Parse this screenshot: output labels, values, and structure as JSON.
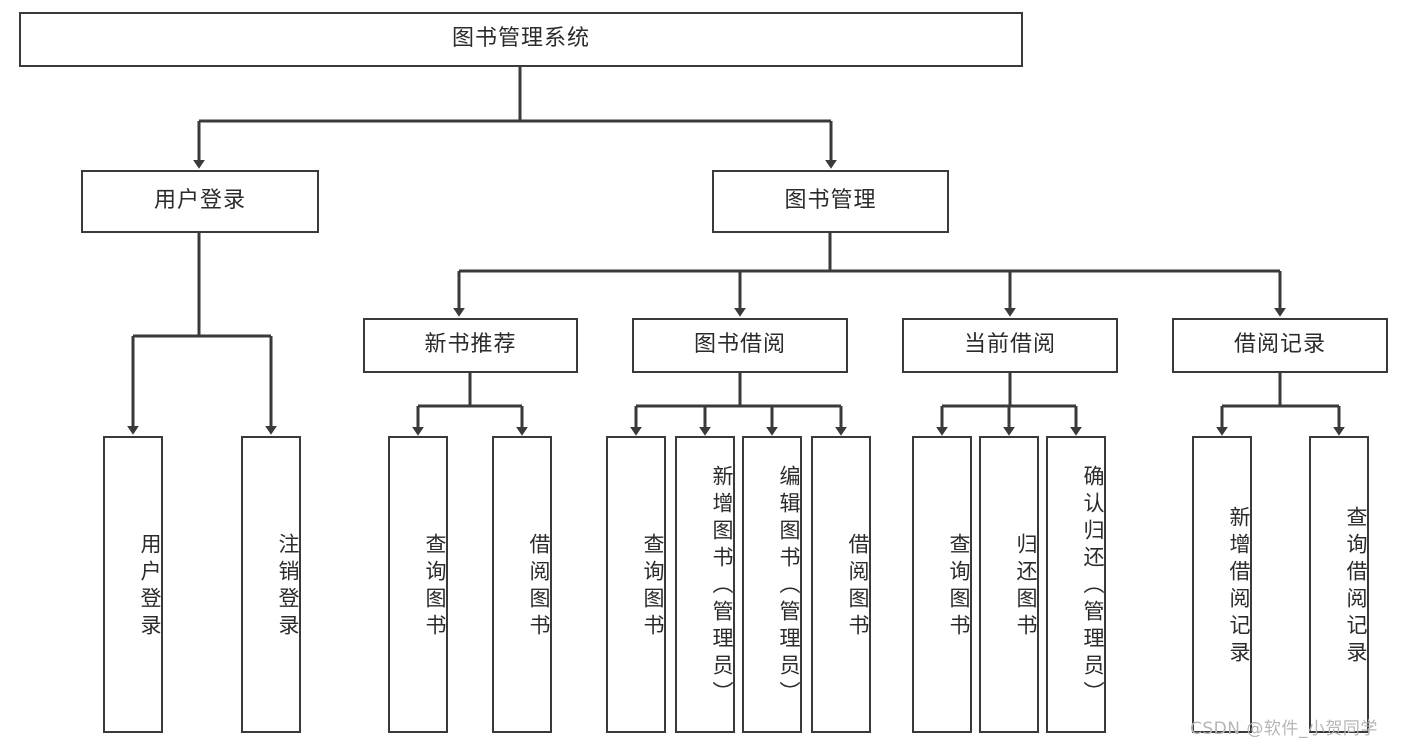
{
  "diagram": {
    "type": "tree-hierarchy",
    "title": "图书管理系统",
    "root": {
      "id": "root",
      "label": "图书管理系统"
    },
    "level1": [
      {
        "id": "user-login",
        "label": "用户登录"
      },
      {
        "id": "book-management",
        "label": "图书管理"
      }
    ],
    "level2": [
      {
        "id": "new-book-recommend",
        "label": "新书推荐",
        "parent": "book-management"
      },
      {
        "id": "book-borrow",
        "label": "图书借阅",
        "parent": "book-management"
      },
      {
        "id": "current-borrow",
        "label": "当前借阅",
        "parent": "book-management"
      },
      {
        "id": "borrow-record",
        "label": "借阅记录",
        "parent": "book-management"
      }
    ],
    "leaves": [
      {
        "id": "leaf-user-login",
        "label": "用户登录",
        "parent": "user-login"
      },
      {
        "id": "leaf-user-logout",
        "label": "注销登录",
        "parent": "user-login"
      },
      {
        "id": "leaf-query-book-1",
        "label": "查询图书",
        "parent": "new-book-recommend"
      },
      {
        "id": "leaf-borrow-book-1",
        "label": "借阅图书",
        "parent": "new-book-recommend"
      },
      {
        "id": "leaf-query-book-2",
        "label": "查询图书",
        "parent": "book-borrow"
      },
      {
        "id": "leaf-add-book",
        "label": "新增图书（管理员）",
        "parent": "book-borrow"
      },
      {
        "id": "leaf-edit-book",
        "label": "编辑图书（管理员）",
        "parent": "book-borrow"
      },
      {
        "id": "leaf-borrow-book-2",
        "label": "借阅图书",
        "parent": "book-borrow"
      },
      {
        "id": "leaf-query-book-3",
        "label": "查询图书",
        "parent": "current-borrow"
      },
      {
        "id": "leaf-return-book",
        "label": "归还图书",
        "parent": "current-borrow"
      },
      {
        "id": "leaf-confirm-return",
        "label": "确认归还（管理员）",
        "parent": "current-borrow"
      },
      {
        "id": "leaf-add-record",
        "label": "新增借阅记录",
        "parent": "borrow-record"
      },
      {
        "id": "leaf-query-record",
        "label": "查询借阅记录",
        "parent": "borrow-record"
      }
    ]
  },
  "watermark": {
    "text": "CSDN @软件_小贺同学"
  },
  "colors": {
    "stroke": "#3a3a3a",
    "background": "#ffffff",
    "text": "#2b2b2b",
    "watermark": "#b6b6b6"
  }
}
